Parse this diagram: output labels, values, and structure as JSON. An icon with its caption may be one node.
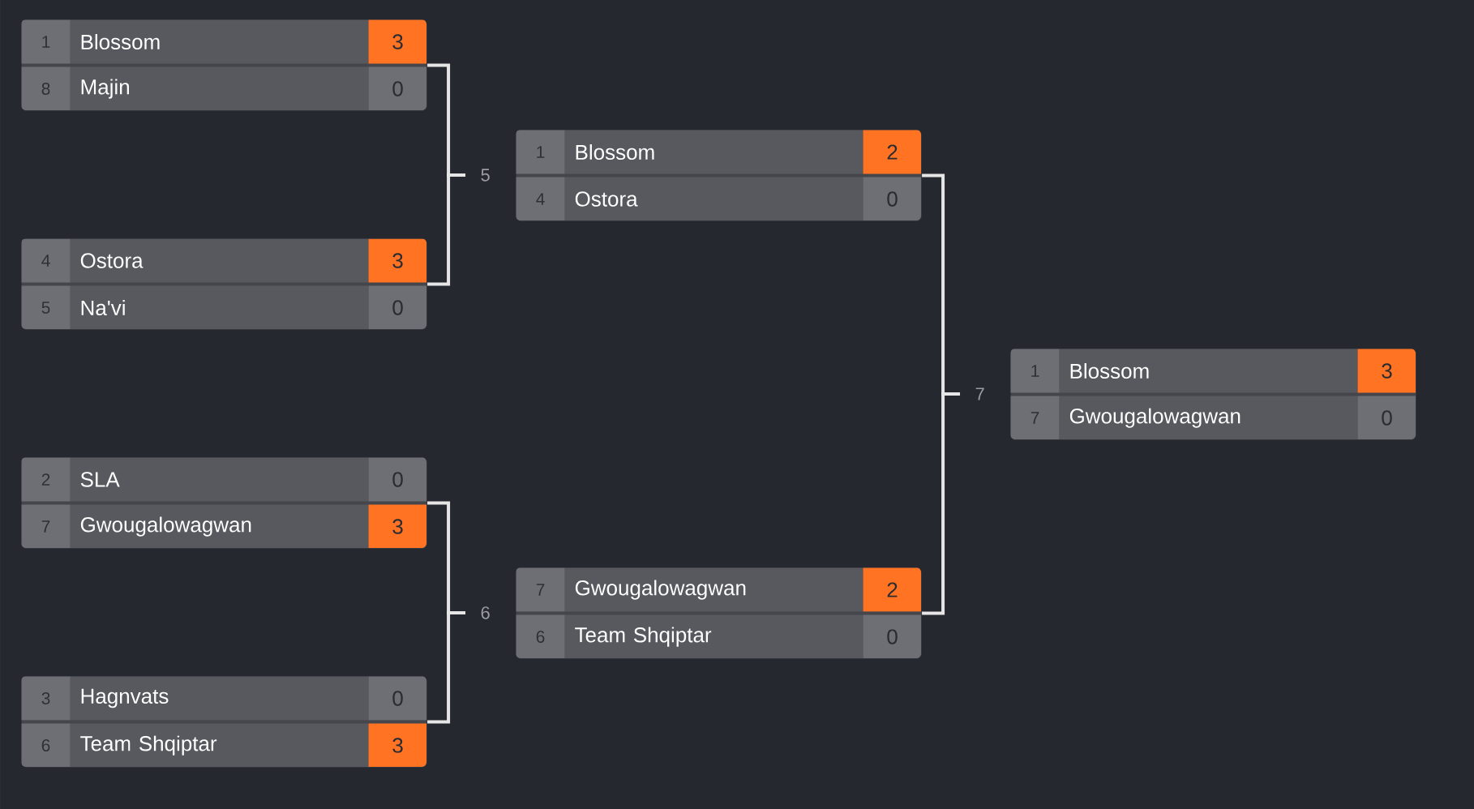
{
  "diagram": {
    "nodes": [
      {
        "text": [],
        "shape": "box"
      },
      {
        "text": [
          "1",
          "Blossom",
          "3"
        ],
        "in": 0
      },
      {
        "text": [
          "8",
          "Majin",
          "0"
        ],
        "in": 0
      },
      {
        "text": [],
        "shape": "box"
      },
      {
        "text": [
          "4",
          "Ostora",
          "3"
        ],
        "in": 3
      },
      {
        "text": [
          "5",
          "Na'vi",
          "0"
        ],
        "in": 3
      },
      {
        "text": [],
        "shape": "box"
      },
      {
        "text": [
          "2",
          "SLA",
          "0"
        ],
        "in": 6
      },
      {
        "text": [
          "7",
          "Gwougalowagwan",
          "3"
        ],
        "in": 6
      },
      {
        "text": [],
        "shape": "box"
      },
      {
        "text": [
          "3",
          "Hagnvats",
          "0"
        ],
        "in": 9
      },
      {
        "text": [
          "6",
          "Team Shqiptar",
          "3"
        ],
        "in": 9
      },
      {
        "text": [
          "5"
        ]
      },
      {
        "text": [
          "6"
        ]
      },
      {
        "text": [],
        "shape": "box"
      },
      {
        "text": [
          "1",
          "Blossom",
          "2"
        ],
        "in": 14
      },
      {
        "text": [
          "4",
          "Ostora",
          "0"
        ],
        "in": 14
      },
      {
        "text": [],
        "shape": "box"
      },
      {
        "text": [
          "7",
          "Gwougalowagwan",
          "2"
        ],
        "in": 17
      },
      {
        "text": [
          "6",
          "Team Shqiptar",
          "0"
        ],
        "in": 17
      },
      {
        "text": [
          "7"
        ]
      },
      {
        "text": [],
        "shape": "box"
      },
      {
        "text": [
          "1",
          "Blossom",
          "3"
        ],
        "in": 21
      },
      {
        "text": [
          "7",
          "Gwougalowagwan",
          "0"
        ],
        "in": 21
      }
    ],
    "edges": [
      {
        "from": 0,
        "to": 12,
        "arrow": "none"
      },
      {
        "from": 3,
        "to": 12,
        "arrow": "none"
      },
      {
        "from": 6,
        "to": 13,
        "arrow": "none"
      },
      {
        "from": 9,
        "to": 13,
        "arrow": "none"
      },
      {
        "from": 14,
        "to": 20,
        "arrow": "none"
      },
      {
        "from": 17,
        "to": 20,
        "arrow": "none"
      }
    ]
  }
}
